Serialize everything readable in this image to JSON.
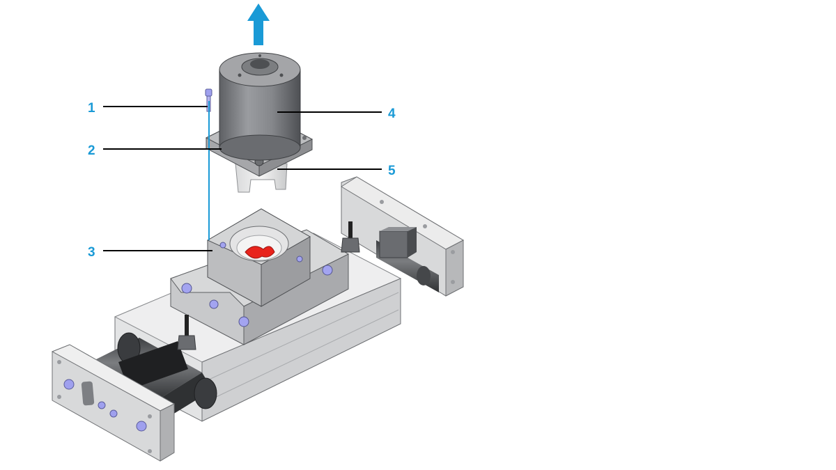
{
  "diagram": {
    "type": "exploded-assembly-illustration",
    "accent_color": "#1a9ad6",
    "callouts": [
      {
        "id": "1",
        "label": "1"
      },
      {
        "id": "2",
        "label": "2"
      },
      {
        "id": "3",
        "label": "3"
      },
      {
        "id": "4",
        "label": "4"
      },
      {
        "id": "5",
        "label": "5"
      }
    ],
    "direction_arrow": "up"
  }
}
